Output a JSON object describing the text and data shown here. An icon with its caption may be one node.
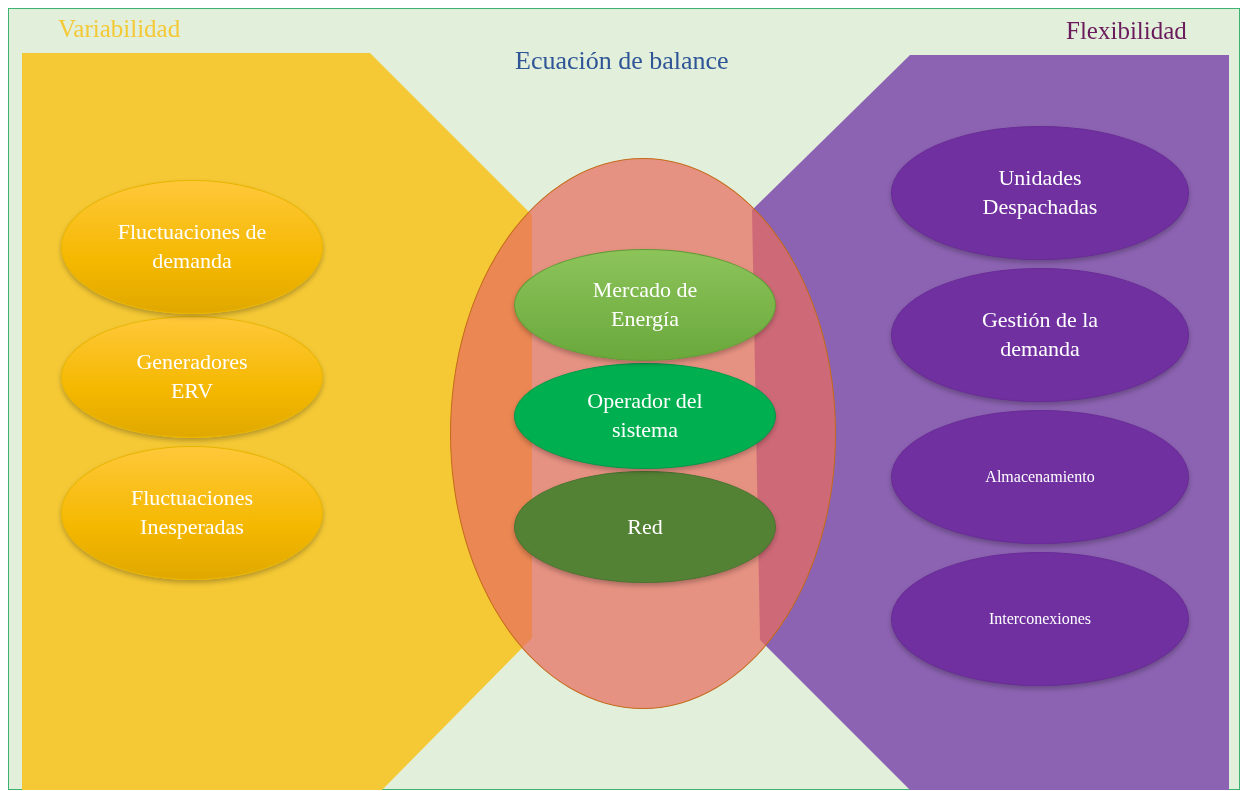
{
  "diagram": {
    "title": "Ecuación de balance",
    "nodes": [
      {
        "text": [
          "Variabilidad"
        ]
      },
      {
        "text": [
          "Fluctuaciones de demanda"
        ],
        "in": 0
      },
      {
        "text": [
          "Generadores ERV"
        ],
        "in": 0
      },
      {
        "text": [
          "Fluctuaciones Inesperadas"
        ],
        "in": 0
      },
      {
        "text": [],
        "shape": "ellipse"
      },
      {
        "text": [
          "Mercado de Energía"
        ],
        "in": 4
      },
      {
        "text": [
          "Operador del sistema"
        ],
        "in": 4
      },
      {
        "text": [
          "Red"
        ],
        "in": 4
      },
      {
        "text": [
          "Flexibilidad"
        ]
      },
      {
        "text": [
          "Unidades Despachadas"
        ],
        "in": 8
      },
      {
        "text": [
          "Gestión de la demanda"
        ],
        "in": 8
      },
      {
        "text": [
          "Almacenamiento"
        ],
        "in": 8
      },
      {
        "text": [
          "Interconexiones"
        ],
        "in": 8
      }
    ],
    "edges": []
  }
}
